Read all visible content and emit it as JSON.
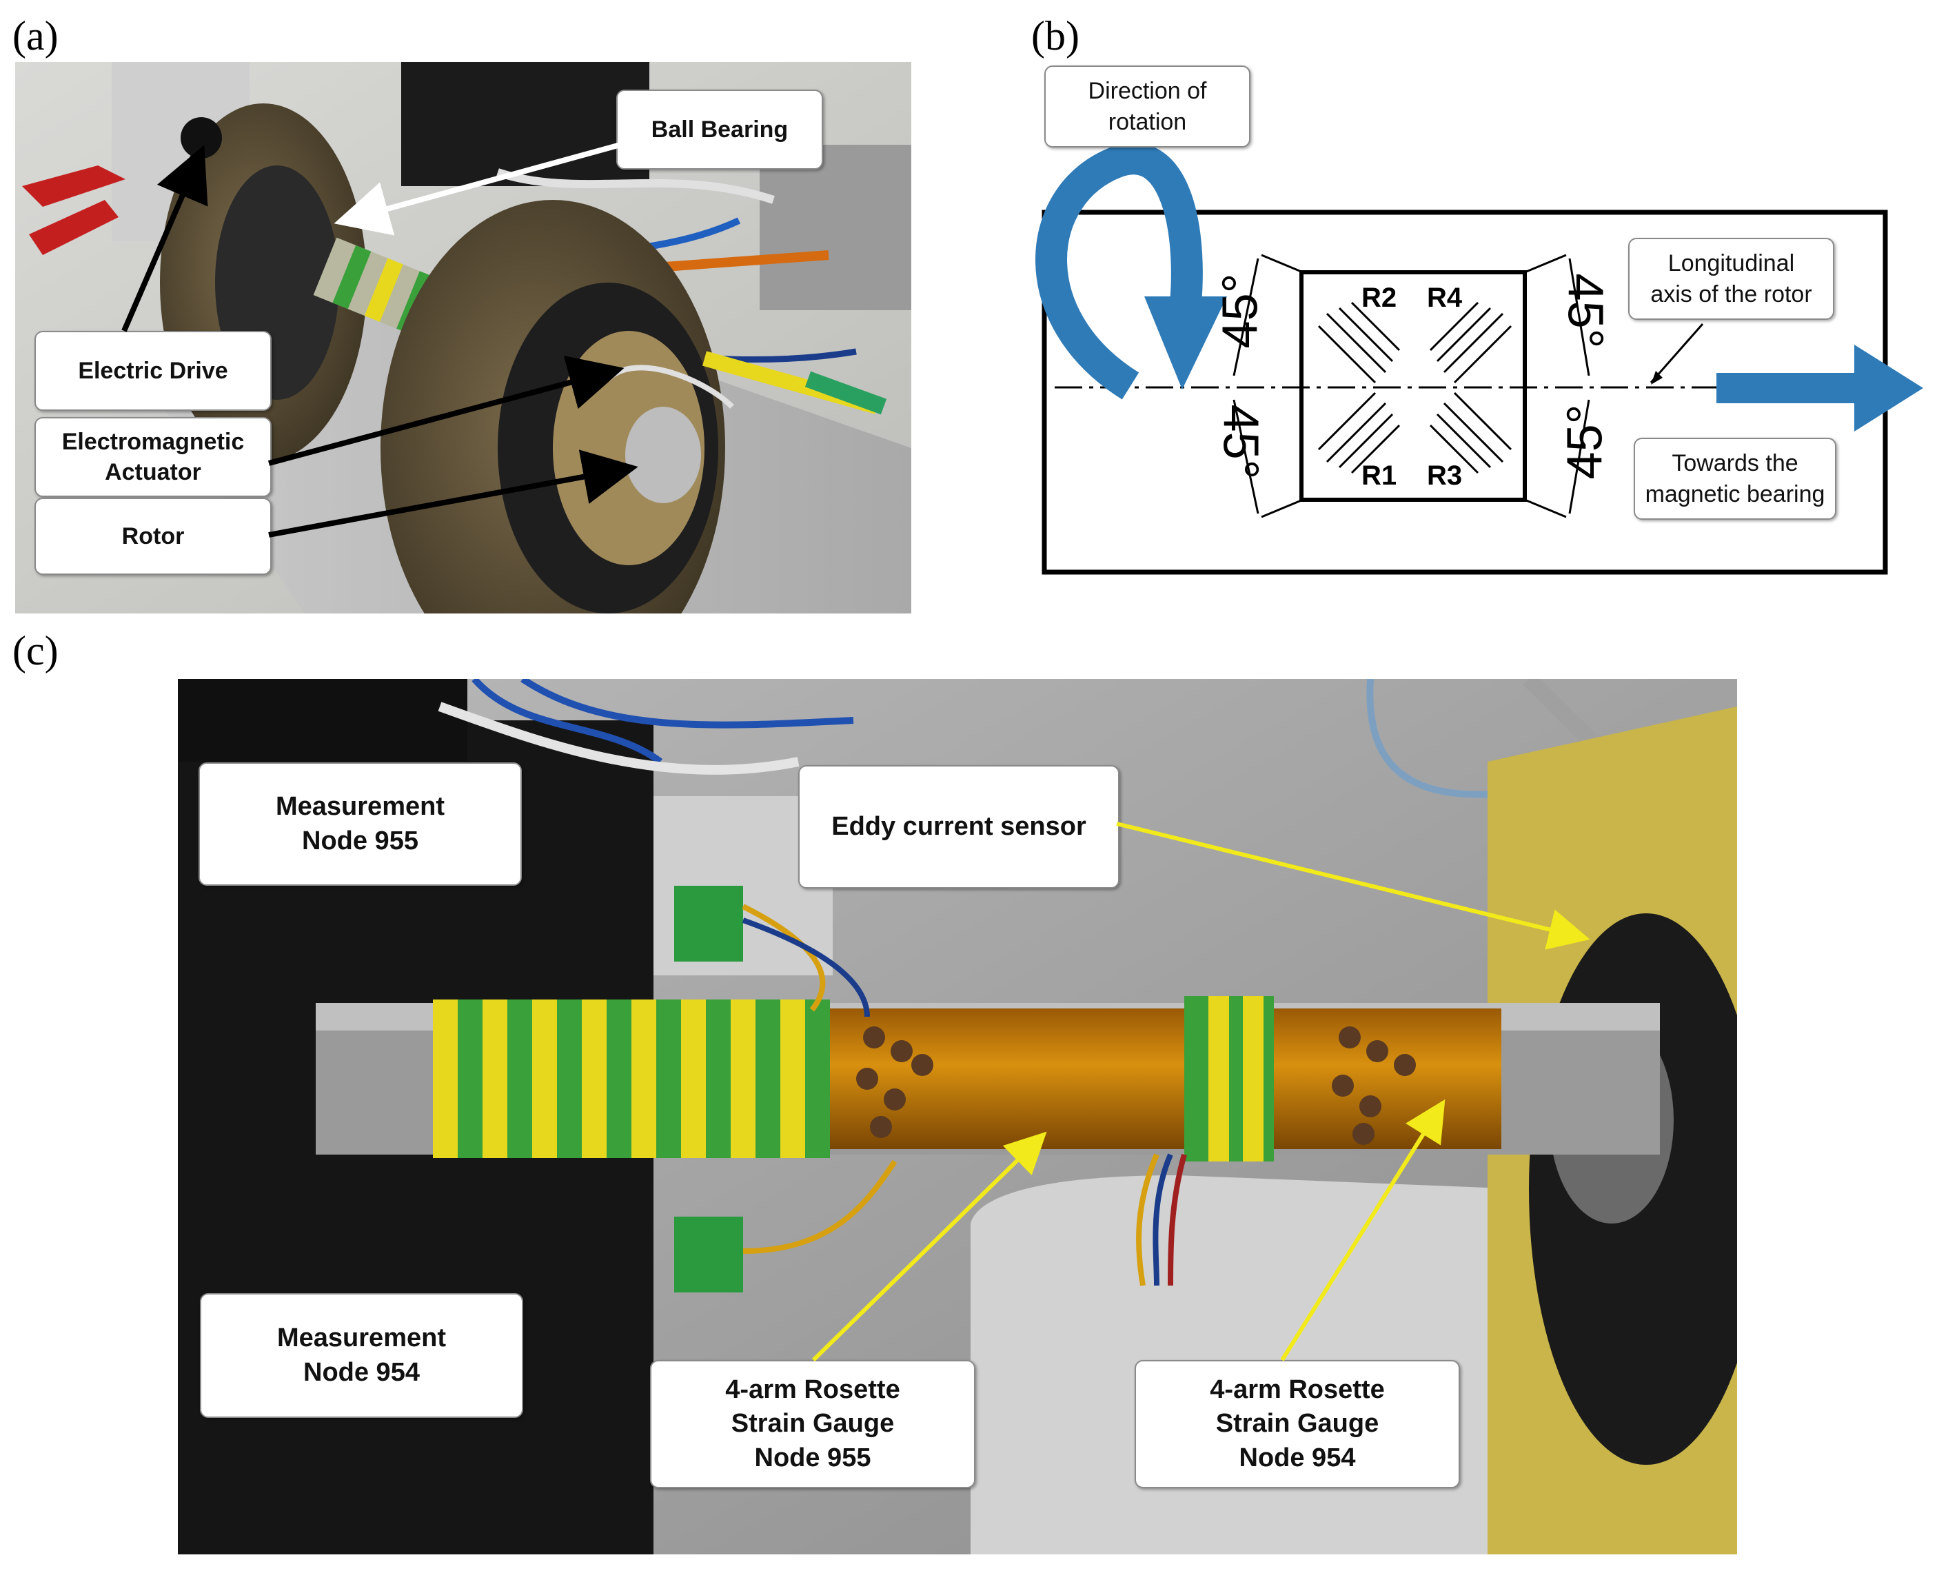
{
  "panels": {
    "a": {
      "letter": "(a)",
      "callouts": {
        "ball_bearing": "Ball Bearing",
        "electric_drive": "Electric Drive",
        "actuator": "Electromagnetic\nActuator",
        "rotor": "Rotor"
      }
    },
    "b": {
      "letter": "(b)",
      "callouts": {
        "rotation": "Direction of\nrotation",
        "axis": "Longitudinal\naxis of the rotor",
        "towards": "Towards the\nmagnetic bearing"
      },
      "gauges": [
        "R2",
        "R4",
        "R1",
        "R3"
      ],
      "angle_label": "45°"
    },
    "c": {
      "letter": "(c)",
      "callouts": {
        "node955": "Measurement\nNode 955",
        "eddy": "Eddy current sensor",
        "node954": "Measurement\nNode 954",
        "rosette955": "4-arm Rosette\nStrain Gauge\nNode 955",
        "rosette954": "4-arm Rosette\nStrain Gauge\nNode 954"
      }
    }
  },
  "colors": {
    "arrow_blue": "#2e7bb8",
    "annotation_yellow": "#f2ea1a",
    "kapton": "#c07a10",
    "tape_green": "#3aa03a",
    "tape_yellow": "#e7d81e"
  }
}
